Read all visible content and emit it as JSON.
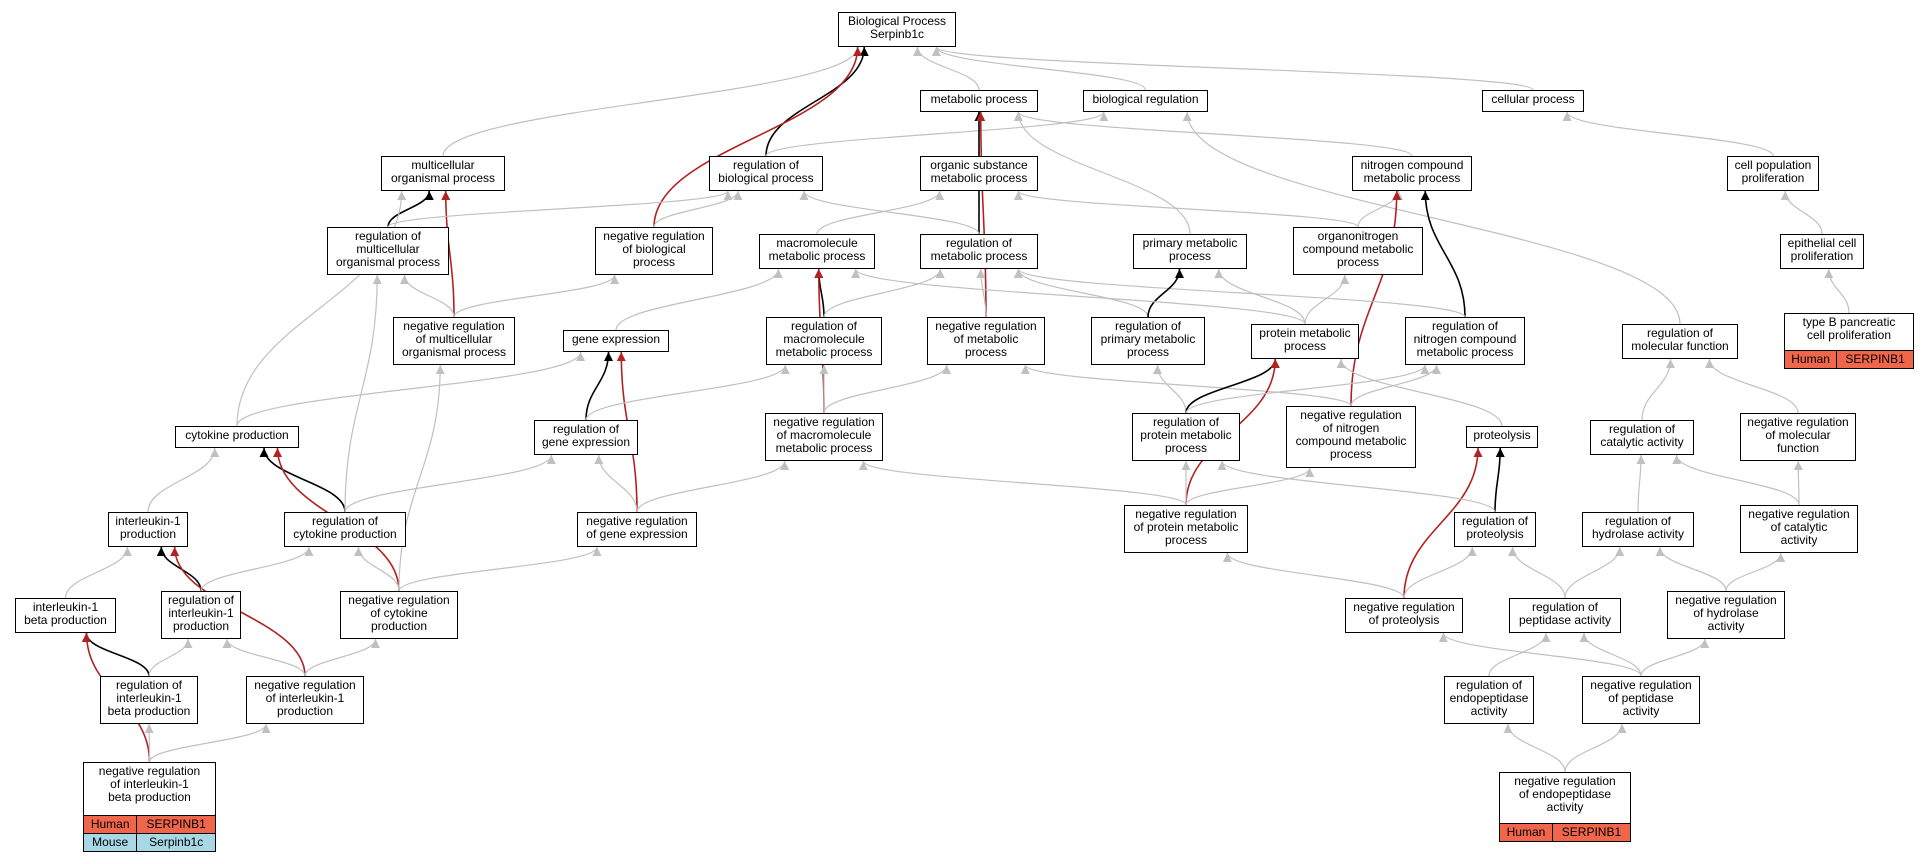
{
  "colors": {
    "gray_edge": "#c0c0c0",
    "black_edge": "#000000",
    "red_edge": "#b22222",
    "human_fill": "#f0664a",
    "mouse_fill": "#a8d8e6"
  },
  "nodes": {
    "root": [
      "Biological Process",
      "Serpinb1c"
    ],
    "metabolic": [
      "metabolic process"
    ],
    "bioreg": [
      "biological regulation"
    ],
    "cellular": [
      "cellular process"
    ],
    "multicell": [
      "multicellular",
      "organismal process"
    ],
    "regbio": [
      "regulation of",
      "biological process"
    ],
    "orgsub": [
      "organic substance",
      "metabolic process"
    ],
    "nitrogen": [
      "nitrogen compound",
      "metabolic process"
    ],
    "cellpop": [
      "cell population",
      "proliferation"
    ],
    "regmulti": [
      "regulation of",
      "multicellular",
      "organismal process"
    ],
    "negbio": [
      "negative regulation",
      "of biological",
      "process"
    ],
    "macro": [
      "macromolecule",
      "metabolic process"
    ],
    "regmetab": [
      "regulation of",
      "metabolic process"
    ],
    "primary": [
      "primary metabolic",
      "process"
    ],
    "organonit": [
      "organonitrogen",
      "compound metabolic",
      "process"
    ],
    "epithelial": [
      "epithelial cell",
      "proliferation"
    ],
    "negmulti": [
      "negative regulation",
      "of multicellular",
      "organismal process"
    ],
    "geneexp": [
      "gene expression"
    ],
    "regmacro": [
      "regulation of",
      "macromolecule",
      "metabolic process"
    ],
    "negmetab": [
      "negative regulation",
      "of metabolic",
      "process"
    ],
    "regprimary": [
      "regulation of",
      "primary metabolic",
      "process"
    ],
    "protmetab": [
      "protein metabolic",
      "process"
    ],
    "regnitro": [
      "regulation of",
      "nitrogen compound",
      "metabolic process"
    ],
    "regmolfun": [
      "regulation of",
      "molecular function"
    ],
    "typeb": [
      "type B pancreatic",
      "cell proliferation"
    ],
    "cytokine": [
      "cytokine production"
    ],
    "reggene": [
      "regulation of",
      "gene expression"
    ],
    "negmacro": [
      "negative regulation",
      "of macromolecule",
      "metabolic process"
    ],
    "regprot": [
      "regulation of",
      "protein metabolic",
      "process"
    ],
    "negnitro": [
      "negative regulation",
      "of nitrogen",
      "compound metabolic",
      "process"
    ],
    "proteolysis": [
      "proteolysis"
    ],
    "regcat": [
      "regulation of",
      "catalytic activity"
    ],
    "negmolfun": [
      "negative regulation",
      "of molecular",
      "function"
    ],
    "il1": [
      "interleukin-1",
      "production"
    ],
    "regcyto": [
      "regulation of",
      "cytokine production"
    ],
    "neggene": [
      "negative regulation",
      "of gene expression"
    ],
    "negprot": [
      "negative regulation",
      "of protein metabolic",
      "process"
    ],
    "regproteo": [
      "regulation of",
      "proteolysis"
    ],
    "reghydro": [
      "regulation of",
      "hydrolase activity"
    ],
    "negcat": [
      "negative regulation",
      "of catalytic",
      "activity"
    ],
    "il1b": [
      "interleukin-1",
      "beta production"
    ],
    "regil1": [
      "regulation of",
      "interleukin-1",
      "production"
    ],
    "negcyto": [
      "negative regulation",
      "of cytokine",
      "production"
    ],
    "negproteo": [
      "negative regulation",
      "of proteolysis"
    ],
    "regpep": [
      "regulation of",
      "peptidase activity"
    ],
    "neghydro": [
      "negative regulation",
      "of hydrolase",
      "activity"
    ],
    "regil1b": [
      "regulation of",
      "interleukin-1",
      "beta production"
    ],
    "negil1": [
      "negative regulation",
      "of interleukin-1",
      "production"
    ],
    "regendo": [
      "regulation of",
      "endopeptidase",
      "activity"
    ],
    "negpep": [
      "negative regulation",
      "of peptidase",
      "activity"
    ],
    "negil1b": [
      "negative regulation",
      "of interleukin-1",
      "beta production"
    ],
    "negendo": [
      "negative regulation",
      "of endopeptidase",
      "activity"
    ]
  },
  "annotations": {
    "typeb": [
      [
        "Human",
        "SERPINB1"
      ]
    ],
    "negil1b": [
      [
        "Human",
        "SERPINB1"
      ],
      [
        "Mouse",
        "Serpinb1c"
      ]
    ],
    "negendo": [
      [
        "Human",
        "SERPINB1"
      ]
    ]
  },
  "annotation_species_colors": {
    "Human": "#f0664a",
    "Mouse": "#a8d8e6"
  },
  "edges": [
    {
      "from": "metabolic",
      "to": "root",
      "type": "is_a"
    },
    {
      "from": "bioreg",
      "to": "root",
      "type": "is_a"
    },
    {
      "from": "cellular",
      "to": "root",
      "type": "is_a"
    },
    {
      "from": "multicell",
      "to": "root",
      "type": "is_a"
    },
    {
      "from": "regbio",
      "to": "root",
      "type": "regulates"
    },
    {
      "from": "negbio",
      "to": "root",
      "type": "negatively_regulates"
    },
    {
      "from": "regbio",
      "to": "bioreg",
      "type": "is_a"
    },
    {
      "from": "orgsub",
      "to": "metabolic",
      "type": "is_a"
    },
    {
      "from": "nitrogen",
      "to": "metabolic",
      "type": "is_a"
    },
    {
      "from": "primary",
      "to": "metabolic",
      "type": "is_a"
    },
    {
      "from": "regmetab",
      "to": "metabolic",
      "type": "regulates"
    },
    {
      "from": "negmetab",
      "to": "metabolic",
      "type": "negatively_regulates"
    },
    {
      "from": "cellpop",
      "to": "cellular",
      "type": "is_a"
    },
    {
      "from": "regmolfun",
      "to": "bioreg",
      "type": "is_a"
    },
    {
      "from": "regmulti",
      "to": "multicell",
      "type": "regulates"
    },
    {
      "from": "negmulti",
      "to": "multicell",
      "type": "negatively_regulates"
    },
    {
      "from": "cytokine",
      "to": "multicell",
      "type": "is_a"
    },
    {
      "from": "regmulti",
      "to": "regbio",
      "type": "is_a"
    },
    {
      "from": "negbio",
      "to": "regbio",
      "type": "is_a"
    },
    {
      "from": "regmetab",
      "to": "regbio",
      "type": "is_a"
    },
    {
      "from": "macro",
      "to": "orgsub",
      "type": "is_a"
    },
    {
      "from": "organonit",
      "to": "orgsub",
      "type": "is_a"
    },
    {
      "from": "organonit",
      "to": "nitrogen",
      "type": "is_a"
    },
    {
      "from": "regnitro",
      "to": "nitrogen",
      "type": "regulates"
    },
    {
      "from": "negnitro",
      "to": "nitrogen",
      "type": "negatively_regulates"
    },
    {
      "from": "epithelial",
      "to": "cellpop",
      "type": "is_a"
    },
    {
      "from": "typeb",
      "to": "epithelial",
      "type": "is_a"
    },
    {
      "from": "negmulti",
      "to": "regmulti",
      "type": "is_a"
    },
    {
      "from": "negmulti",
      "to": "negbio",
      "type": "is_a"
    },
    {
      "from": "regmacro",
      "to": "macro",
      "type": "regulates"
    },
    {
      "from": "negmacro",
      "to": "macro",
      "type": "negatively_regulates"
    },
    {
      "from": "geneexp",
      "to": "macro",
      "type": "is_a"
    },
    {
      "from": "regmacro",
      "to": "regmetab",
      "type": "is_a"
    },
    {
      "from": "negmetab",
      "to": "regmetab",
      "type": "is_a"
    },
    {
      "from": "regprimary",
      "to": "regmetab",
      "type": "is_a"
    },
    {
      "from": "regnitro",
      "to": "regmetab",
      "type": "is_a"
    },
    {
      "from": "regprimary",
      "to": "primary",
      "type": "regulates"
    },
    {
      "from": "protmetab",
      "to": "primary",
      "type": "is_a"
    },
    {
      "from": "protmetab",
      "to": "organonit",
      "type": "is_a"
    },
    {
      "from": "protmetab",
      "to": "macro",
      "type": "is_a"
    },
    {
      "from": "reggene",
      "to": "geneexp",
      "type": "regulates"
    },
    {
      "from": "neggene",
      "to": "geneexp",
      "type": "negatively_regulates"
    },
    {
      "from": "cytokine",
      "to": "geneexp",
      "type": "is_a"
    },
    {
      "from": "negmacro",
      "to": "regmacro",
      "type": "is_a"
    },
    {
      "from": "negmacro",
      "to": "negmetab",
      "type": "is_a"
    },
    {
      "from": "negnitro",
      "to": "negmetab",
      "type": "is_a"
    },
    {
      "from": "regprot",
      "to": "regprimary",
      "type": "is_a"
    },
    {
      "from": "regprot",
      "to": "protmetab",
      "type": "regulates"
    },
    {
      "from": "negprot",
      "to": "protmetab",
      "type": "negatively_regulates"
    },
    {
      "from": "proteolysis",
      "to": "protmetab",
      "type": "is_a"
    },
    {
      "from": "negnitro",
      "to": "regnitro",
      "type": "is_a"
    },
    {
      "from": "regprot",
      "to": "regnitro",
      "type": "is_a"
    },
    {
      "from": "regcat",
      "to": "regmolfun",
      "type": "is_a"
    },
    {
      "from": "negmolfun",
      "to": "regmolfun",
      "type": "is_a"
    },
    {
      "from": "regcyto",
      "to": "cytokine",
      "type": "regulates"
    },
    {
      "from": "negcyto",
      "to": "cytokine",
      "type": "negatively_regulates"
    },
    {
      "from": "il1",
      "to": "cytokine",
      "type": "is_a"
    },
    {
      "from": "reggene",
      "to": "regmacro",
      "type": "is_a"
    },
    {
      "from": "regcyto",
      "to": "regmulti",
      "type": "is_a"
    },
    {
      "from": "regcyto",
      "to": "reggene",
      "type": "is_a"
    },
    {
      "from": "neggene",
      "to": "reggene",
      "type": "is_a"
    },
    {
      "from": "neggene",
      "to": "negmacro",
      "type": "is_a"
    },
    {
      "from": "negprot",
      "to": "regprot",
      "type": "is_a"
    },
    {
      "from": "negprot",
      "to": "negnitro",
      "type": "is_a"
    },
    {
      "from": "negprot",
      "to": "negmacro",
      "type": "is_a"
    },
    {
      "from": "regproteo",
      "to": "proteolysis",
      "type": "regulates"
    },
    {
      "from": "negproteo",
      "to": "proteolysis",
      "type": "negatively_regulates"
    },
    {
      "from": "regproteo",
      "to": "regprot",
      "type": "is_a"
    },
    {
      "from": "reghydro",
      "to": "regcat",
      "type": "is_a"
    },
    {
      "from": "negcat",
      "to": "regcat",
      "type": "is_a"
    },
    {
      "from": "negcat",
      "to": "negmolfun",
      "type": "is_a"
    },
    {
      "from": "il1b",
      "to": "il1",
      "type": "is_a"
    },
    {
      "from": "regil1",
      "to": "il1",
      "type": "regulates"
    },
    {
      "from": "negil1",
      "to": "il1",
      "type": "negatively_regulates"
    },
    {
      "from": "regil1",
      "to": "regcyto",
      "type": "is_a"
    },
    {
      "from": "negcyto",
      "to": "regcyto",
      "type": "is_a"
    },
    {
      "from": "negcyto",
      "to": "neggene",
      "type": "is_a"
    },
    {
      "from": "negcyto",
      "to": "negmulti",
      "type": "is_a"
    },
    {
      "from": "negproteo",
      "to": "regproteo",
      "type": "is_a"
    },
    {
      "from": "negproteo",
      "to": "negprot",
      "type": "is_a"
    },
    {
      "from": "regpep",
      "to": "regproteo",
      "type": "is_a"
    },
    {
      "from": "regpep",
      "to": "reghydro",
      "type": "is_a"
    },
    {
      "from": "neghydro",
      "to": "reghydro",
      "type": "is_a"
    },
    {
      "from": "neghydro",
      "to": "negcat",
      "type": "is_a"
    },
    {
      "from": "regil1b",
      "to": "il1b",
      "type": "regulates"
    },
    {
      "from": "negil1b",
      "to": "il1b",
      "type": "negatively_regulates"
    },
    {
      "from": "regil1b",
      "to": "regil1",
      "type": "is_a"
    },
    {
      "from": "negil1",
      "to": "regil1",
      "type": "is_a"
    },
    {
      "from": "negil1",
      "to": "negcyto",
      "type": "is_a"
    },
    {
      "from": "negpep",
      "to": "regpep",
      "type": "is_a"
    },
    {
      "from": "negpep",
      "to": "neghydro",
      "type": "is_a"
    },
    {
      "from": "negpep",
      "to": "negproteo",
      "type": "is_a"
    },
    {
      "from": "regendo",
      "to": "regpep",
      "type": "is_a"
    },
    {
      "from": "negil1b",
      "to": "regil1b",
      "type": "is_a"
    },
    {
      "from": "negil1b",
      "to": "negil1",
      "type": "is_a"
    },
    {
      "from": "negendo",
      "to": "regendo",
      "type": "is_a"
    },
    {
      "from": "negendo",
      "to": "negpep",
      "type": "is_a"
    }
  ]
}
